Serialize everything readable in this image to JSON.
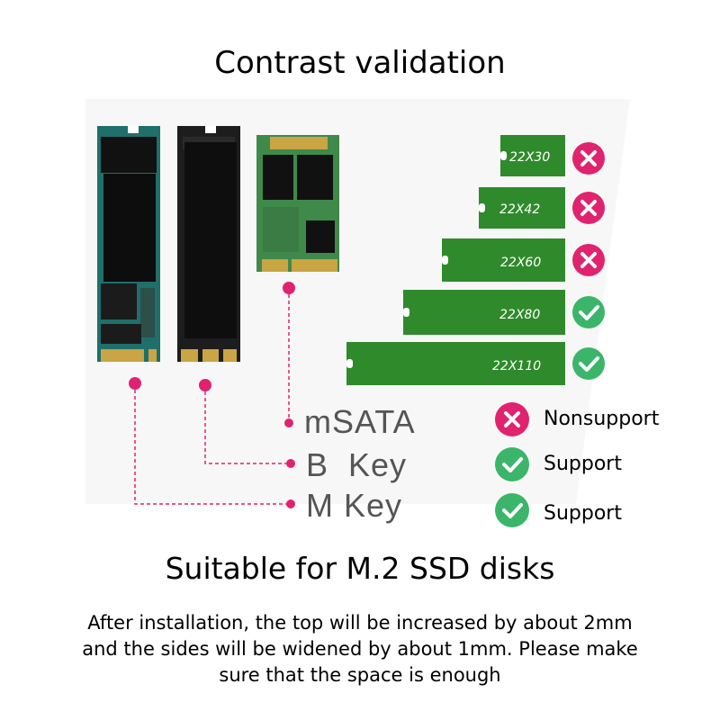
{
  "title": "Contrast validation",
  "subtitle": "Suitable for M.2 SSD disks",
  "note_lines": [
    "After installation, the top will be increased by about 2mm",
    "and the sides will be widened by about 1mm. Please make",
    "sure that the space is enough"
  ],
  "keys": {
    "msata": "mSATA",
    "b_key": "B  Key",
    "m_key": "M Key"
  },
  "sizes": [
    {
      "label": "22X30",
      "status": "nonsupport"
    },
    {
      "label": "22X42",
      "status": "nonsupport"
    },
    {
      "label": "22X60",
      "status": "nonsupport"
    },
    {
      "label": "22X80",
      "status": "support"
    },
    {
      "label": "22X110",
      "status": "support"
    }
  ],
  "legend": {
    "nonsupport": "Nonsupport",
    "support_1": "Support",
    "support_2": "Support"
  },
  "colors": {
    "accent_pink": "#e0236e",
    "support_green": "#3bb56a",
    "board_green": "#2f8a2c"
  },
  "icons": {
    "nonsupport": "x-circle-icon",
    "support": "check-circle-icon"
  }
}
